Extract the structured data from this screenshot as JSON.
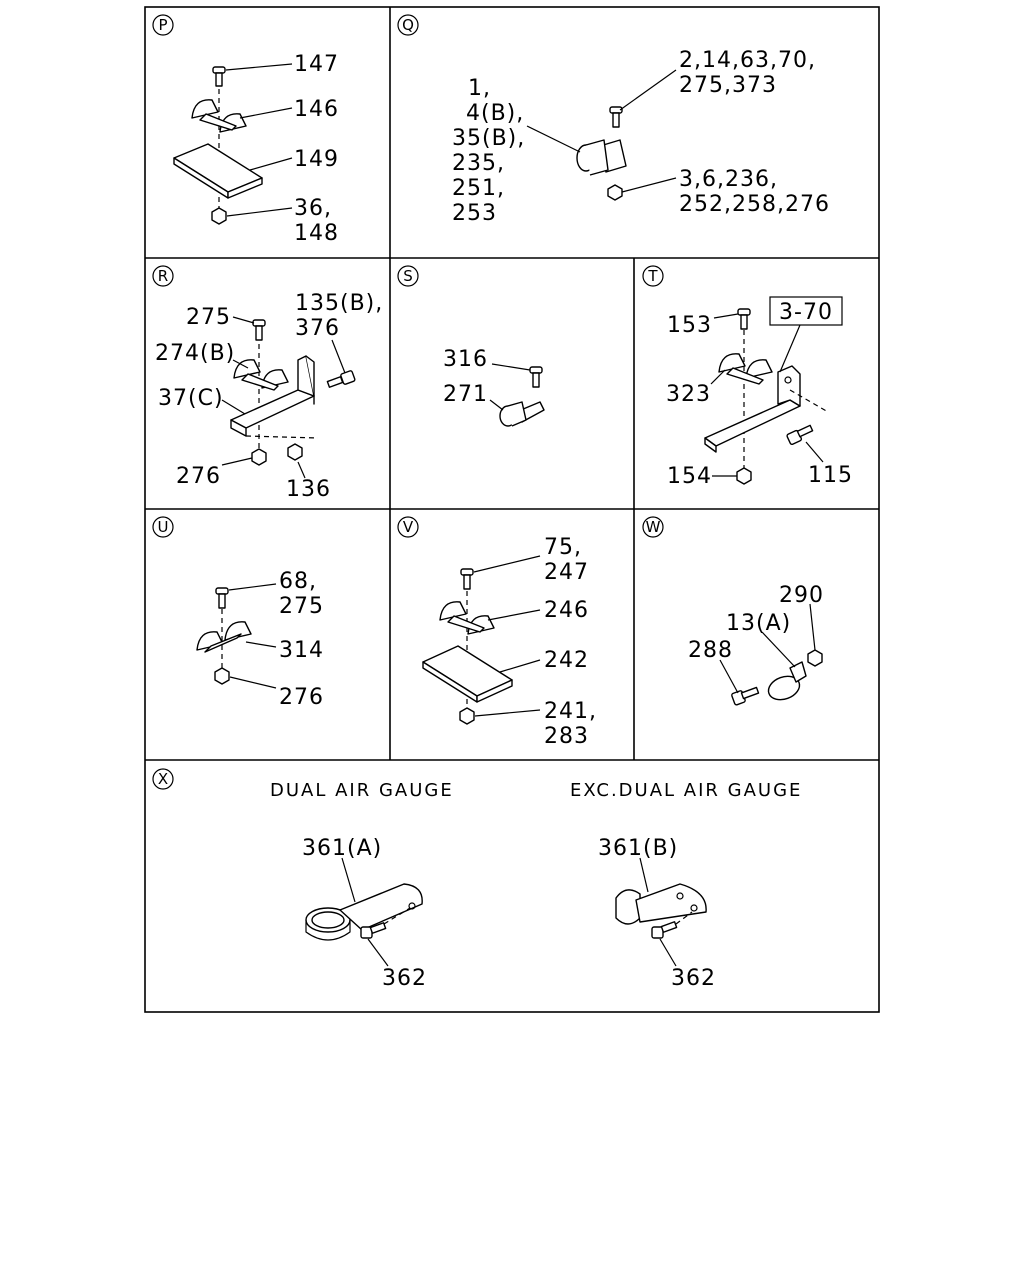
{
  "panels": {
    "P": {
      "letter": "P",
      "labels": [
        "147",
        "146",
        "149",
        "36,",
        "148"
      ]
    },
    "Q": {
      "letter": "Q",
      "left_labels": [
        "1,",
        "4(B),",
        "35(B),",
        "235,",
        "251,",
        "253"
      ],
      "top_labels": [
        "2,14,63,70,",
        "275,373"
      ],
      "bottom_labels": [
        "3,6,236,",
        "252,258,276"
      ]
    },
    "R": {
      "letter": "R",
      "labels": [
        "275",
        "135(B),",
        "376",
        "274(B)",
        "37(C)",
        "276",
        "136"
      ]
    },
    "S": {
      "letter": "S",
      "labels": [
        "316",
        "271"
      ]
    },
    "T": {
      "letter": "T",
      "labels": [
        "153",
        "323",
        "154",
        "115"
      ],
      "ref_box": "3-70"
    },
    "U": {
      "letter": "U",
      "labels": [
        "68,",
        "275",
        "314",
        "276"
      ]
    },
    "V": {
      "letter": "V",
      "labels": [
        "75,",
        "247",
        "246",
        "242",
        "241,",
        "283"
      ]
    },
    "W": {
      "letter": "W",
      "labels": [
        "290",
        "13(A)",
        "288"
      ]
    },
    "X": {
      "letter": "X",
      "captions": [
        "DUAL AIR GAUGE",
        "EXC.DUAL AIR GAUGE"
      ],
      "labels": [
        "361(A)",
        "362",
        "361(B)",
        "362"
      ]
    }
  }
}
